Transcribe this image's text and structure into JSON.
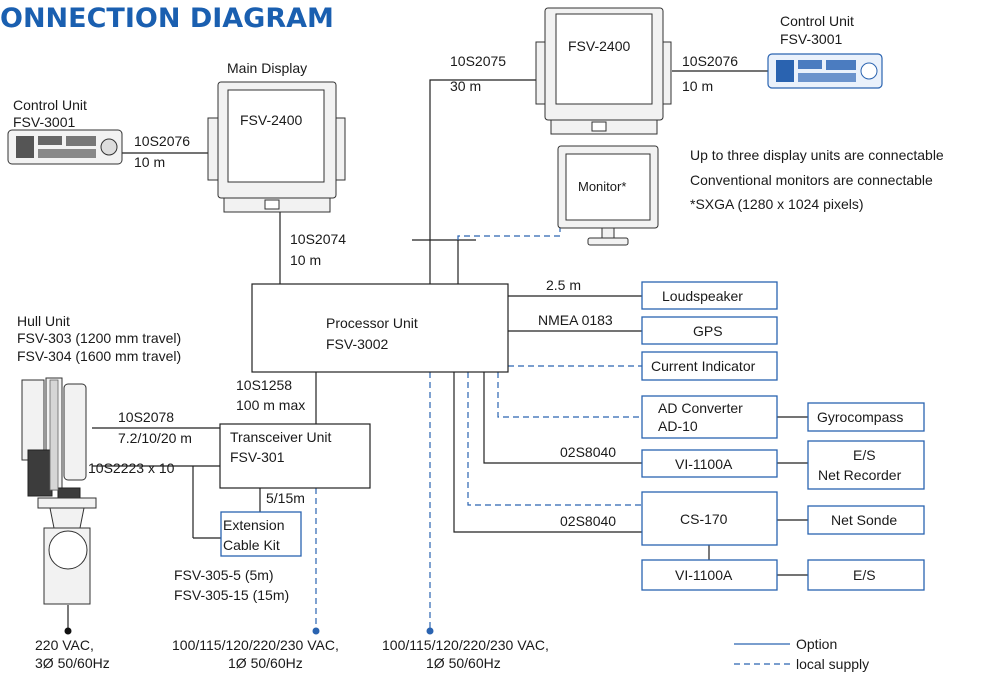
{
  "title": "ONNECTION DIAGRAM",
  "main_display": {
    "label": "Main Display",
    "model": "FSV-2400"
  },
  "sub_display": {
    "model": "FSV-2400"
  },
  "control_unit_left": {
    "label": "Control Unit",
    "model": "FSV-3001",
    "cable": "10S2076",
    "length": "10 m"
  },
  "control_unit_right": {
    "label": "Control Unit",
    "model": "FSV-3001",
    "cable": "10S2076",
    "length": "10 m"
  },
  "sub_display_cable": {
    "code": "10S2075",
    "length": "30 m"
  },
  "monitor": {
    "label": "Monitor*"
  },
  "notes": [
    "Up to three display units are connectable",
    "Conventional monitors are connectable",
    "*SXGA (1280 x 1024 pixels)"
  ],
  "display_cable": {
    "code": "10S2074",
    "length": "10 m"
  },
  "processor": {
    "line1": "Processor Unit",
    "line2": "FSV-3002"
  },
  "loudspeaker": {
    "label": "Loudspeaker",
    "cable": "2.5 m"
  },
  "gps": {
    "label": "GPS",
    "cable": "NMEA 0183"
  },
  "current_indicator": {
    "label": "Current Indicator"
  },
  "ad_converter": {
    "line1": "AD Converter",
    "line2": "AD-10"
  },
  "gyrocompass": {
    "label": "Gyrocompass"
  },
  "vi_upper": {
    "label": "VI-1100A",
    "cable": "02S8040"
  },
  "es_net_recorder": {
    "line1": "E/S",
    "line2": "Net Recorder"
  },
  "cs170": {
    "label": "CS-170",
    "cable": "02S8040"
  },
  "net_sonde": {
    "label": "Net Sonde"
  },
  "vi_lower": {
    "label": "VI-1100A"
  },
  "es": {
    "label": "E/S"
  },
  "hull": {
    "line1": "Hull Unit",
    "line2": "FSV-303 (1200 mm travel)",
    "line3": "FSV-304 (1600 mm travel)"
  },
  "hull_cable_1": {
    "code": "10S2078",
    "length": "7.2/10/20 m"
  },
  "hull_cable_2": {
    "code": "10S2223 x 10"
  },
  "proc_trx_cable": {
    "code": "10S1258",
    "length": "100 m max"
  },
  "transceiver": {
    "line1": "Transceiver Unit",
    "line2": "FSV-301"
  },
  "ext_cable_length": "5/15m",
  "extension": {
    "line1": "Extension",
    "line2": "Cable Kit"
  },
  "ext_models": {
    "line1": "FSV-305-5 (5m)",
    "line2": "FSV-305-15 (15m)"
  },
  "power_hull": {
    "line1": "220 VAC,",
    "line2": "3Ø 50/60Hz"
  },
  "power_trx": {
    "line1": "100/115/120/220/230 VAC,",
    "line2": "1Ø 50/60Hz"
  },
  "power_proc": {
    "line1": "100/115/120/220/230 VAC,",
    "line2": "1Ø 50/60Hz"
  },
  "legend": {
    "option": "Option",
    "local": "local supply"
  },
  "colors": {
    "accent": "#1a5fb0",
    "line": "#222222",
    "option_line": "#2a63b0"
  }
}
